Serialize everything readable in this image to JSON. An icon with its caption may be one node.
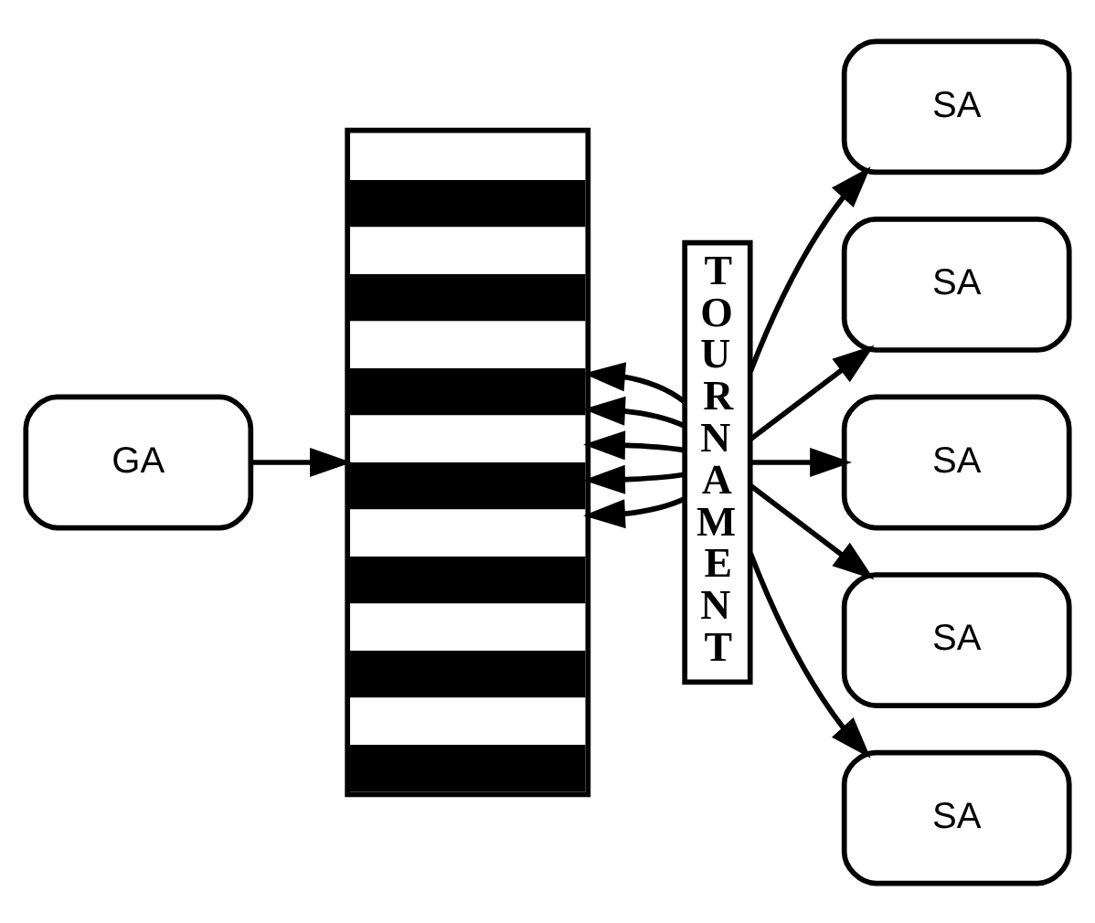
{
  "diagram": {
    "nodes": [
      {
        "text": [
          "GA"
        ]
      },
      {
        "text": [],
        "shape": "bar"
      },
      {
        "text": [
          "TOURNAMENT"
        ]
      },
      {
        "text": [
          "SA"
        ]
      },
      {
        "text": [
          "SA"
        ]
      },
      {
        "text": [
          "SA"
        ]
      },
      {
        "text": [
          "SA"
        ]
      },
      {
        "text": [
          "SA"
        ]
      }
    ],
    "edges": [
      {
        "from": 0,
        "to": 1,
        "arrow": "to"
      },
      {
        "from": 2,
        "to": 1,
        "arrow": "to"
      },
      {
        "from": 2,
        "to": 1,
        "arrow": "to"
      },
      {
        "from": 2,
        "to": 1,
        "arrow": "to"
      },
      {
        "from": 2,
        "to": 1,
        "arrow": "to"
      },
      {
        "from": 2,
        "to": 1,
        "arrow": "to"
      },
      {
        "from": 2,
        "to": 3,
        "arrow": "to"
      },
      {
        "from": 2,
        "to": 4,
        "arrow": "to"
      },
      {
        "from": 2,
        "to": 5,
        "arrow": "to"
      },
      {
        "from": 2,
        "to": 6,
        "arrow": "to"
      },
      {
        "from": 2,
        "to": 7,
        "arrow": "to"
      }
    ]
  }
}
